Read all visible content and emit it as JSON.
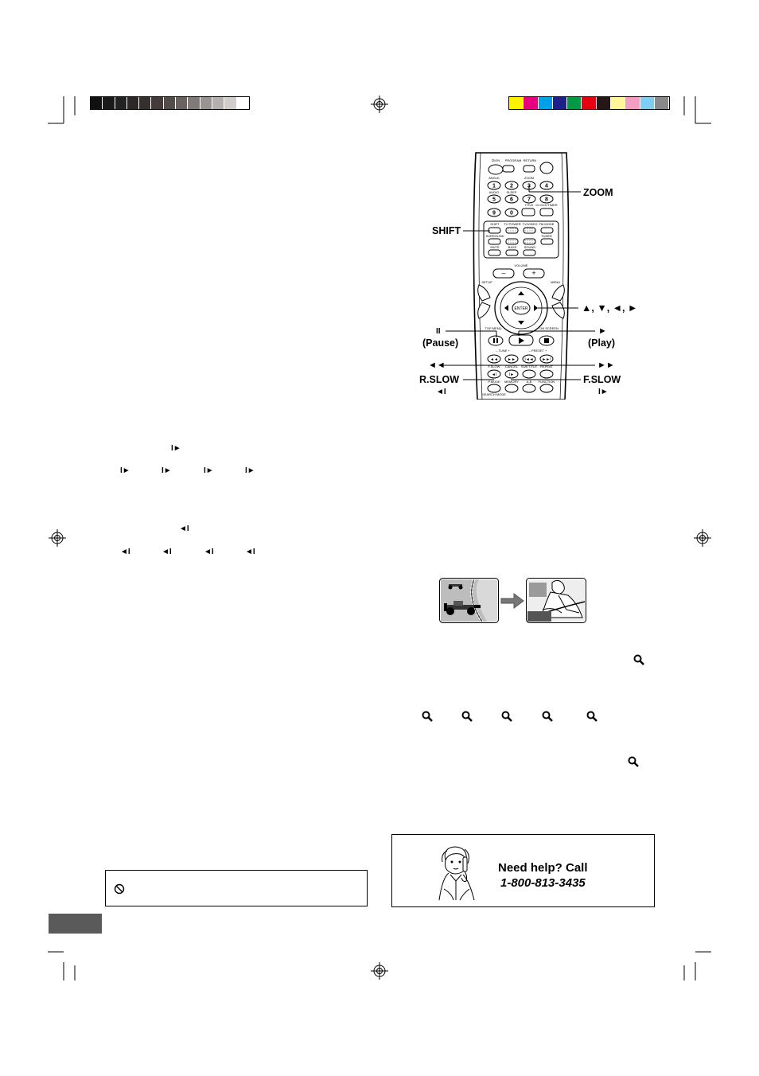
{
  "grayscale_bar": [
    "#101010",
    "#1a1a1a",
    "#222",
    "#2c2827",
    "#352f2e",
    "#433c3a",
    "#544c4a",
    "#6a6260",
    "#807a78",
    "#9a9391",
    "#b5b0ae",
    "#d1cdcc",
    "#ffffff"
  ],
  "color_bar": [
    "#fff200",
    "#e6007e",
    "#00a0e9",
    "#1d2088",
    "#009944",
    "#e60012",
    "#231815",
    "#fff799",
    "#f19ec2",
    "#7ecef4",
    "#898989"
  ],
  "remote": {
    "callouts": {
      "zoom": "ZOOM",
      "shift": "SHIFT",
      "arrows": "▲, ▼, ◄, ►",
      "pause_symbol": "II",
      "pause": "(Pause)",
      "play_symbol": "►",
      "play": "(Play)",
      "rewind_symbol": "◄◄",
      "ff_symbol": "►►",
      "rslow": "R.SLOW",
      "rslow_symbol": "◄I",
      "fslow": "F.SLOW",
      "fslow_symbol": "I►"
    },
    "buttons": {
      "on": "⏻/ON",
      "program": "PROGRAM /RANDOM",
      "return": "RETURN",
      "angle": "ANGLE",
      "zoom": "ZOOM",
      "audio": "AUDIO",
      "sleep": "SLEEP",
      "title": "TITLE",
      "clock": "CLOCK/TIMER",
      "tv_power": "TV POWER",
      "tv_video": "TV/VIDEO",
      "fm_mode": "FM MODE",
      "surround": "SURROUND",
      "tuner": "TUNER",
      "mute": "MUTE",
      "bass": "BASS",
      "sound": "SOUND",
      "volume": "VOLUME",
      "setup": "SETUP",
      "menu": "MENU",
      "enter": "ENTER",
      "top_menu": "TOP MENU",
      "on_screen": "ON SCREEN",
      "tune": "– TUNE +",
      "preset": "– PRESET +",
      "rslow": "R.SLOW",
      "f_slow": "F.SLOW",
      "subtitle": "SUB TITLE",
      "repeat": "REPEAT",
      "ab": "A-B",
      "function": "FUNCTION",
      "memory": "MEMORY",
      "search_mode": "SEARCH MODE",
      "pmode": "P.MODE",
      "digits": [
        "1",
        "2",
        "3",
        "4",
        "5",
        "6",
        "7",
        "8",
        "9",
        "0"
      ]
    }
  },
  "slow_forward_icons": [
    "I►",
    "I►",
    "I►",
    "I►",
    "I►"
  ],
  "slow_reverse_icons": [
    "◄I",
    "◄I",
    "◄I",
    "◄I",
    "◄I"
  ],
  "help_box": {
    "line1": "Need help? Call",
    "line2": "1-800-813-3435"
  },
  "icons": {
    "prohibit": "prohibit-icon",
    "zoom": "zoom-magnifier-icon"
  }
}
